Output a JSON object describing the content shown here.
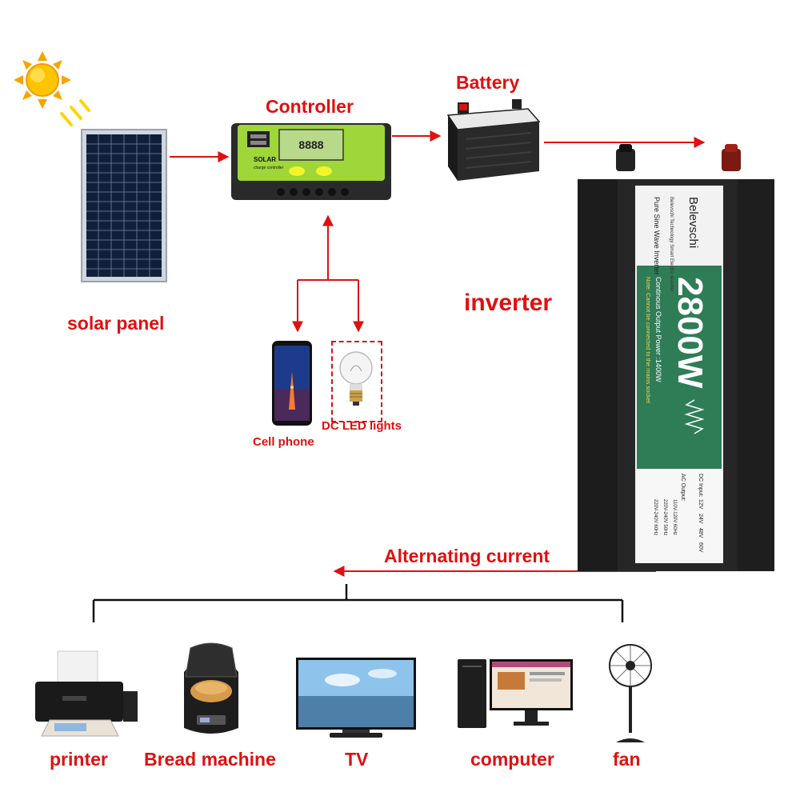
{
  "labels": {
    "battery": "Battery",
    "controller": "Controller",
    "solar_panel": "solar panel",
    "inverter": "inverter",
    "cell_phone": "Cell phone",
    "dc_led_lights": "DC LED lights",
    "alternating_current": "Alternating current"
  },
  "appliances": {
    "printer": "printer",
    "bread_machine": "Bread machine",
    "tv": "TV",
    "computer": "computer",
    "fan": "fan"
  },
  "controller_device": {
    "title": "SOLAR",
    "subtitle": "charge controller"
  },
  "inverter_device": {
    "brand": "Belevschi",
    "tagline": "Belevschi Technology Smart Electric Inverter",
    "type": "Pure Sine Wave Inverter",
    "power": "2800W",
    "continuous": "Continous Output Power :1400W",
    "note": "Note: Cannot be connected to the mains socket",
    "dc_input_label": "DC Input:",
    "dc_input_values": [
      "12V",
      "24V",
      "48V",
      "60V"
    ],
    "ac_output_label": "AC Output:",
    "ac_output_values": [
      "110V-120V 60Hz",
      "220V-240V 50Hz",
      "220V-240V 60Hz"
    ]
  },
  "colors": {
    "arrow_red": "#e01010",
    "label_red": "#e01010",
    "controller_green": "#9fd63a",
    "inverter_body": "#262626",
    "inverter_panel": "#2e7d57"
  }
}
